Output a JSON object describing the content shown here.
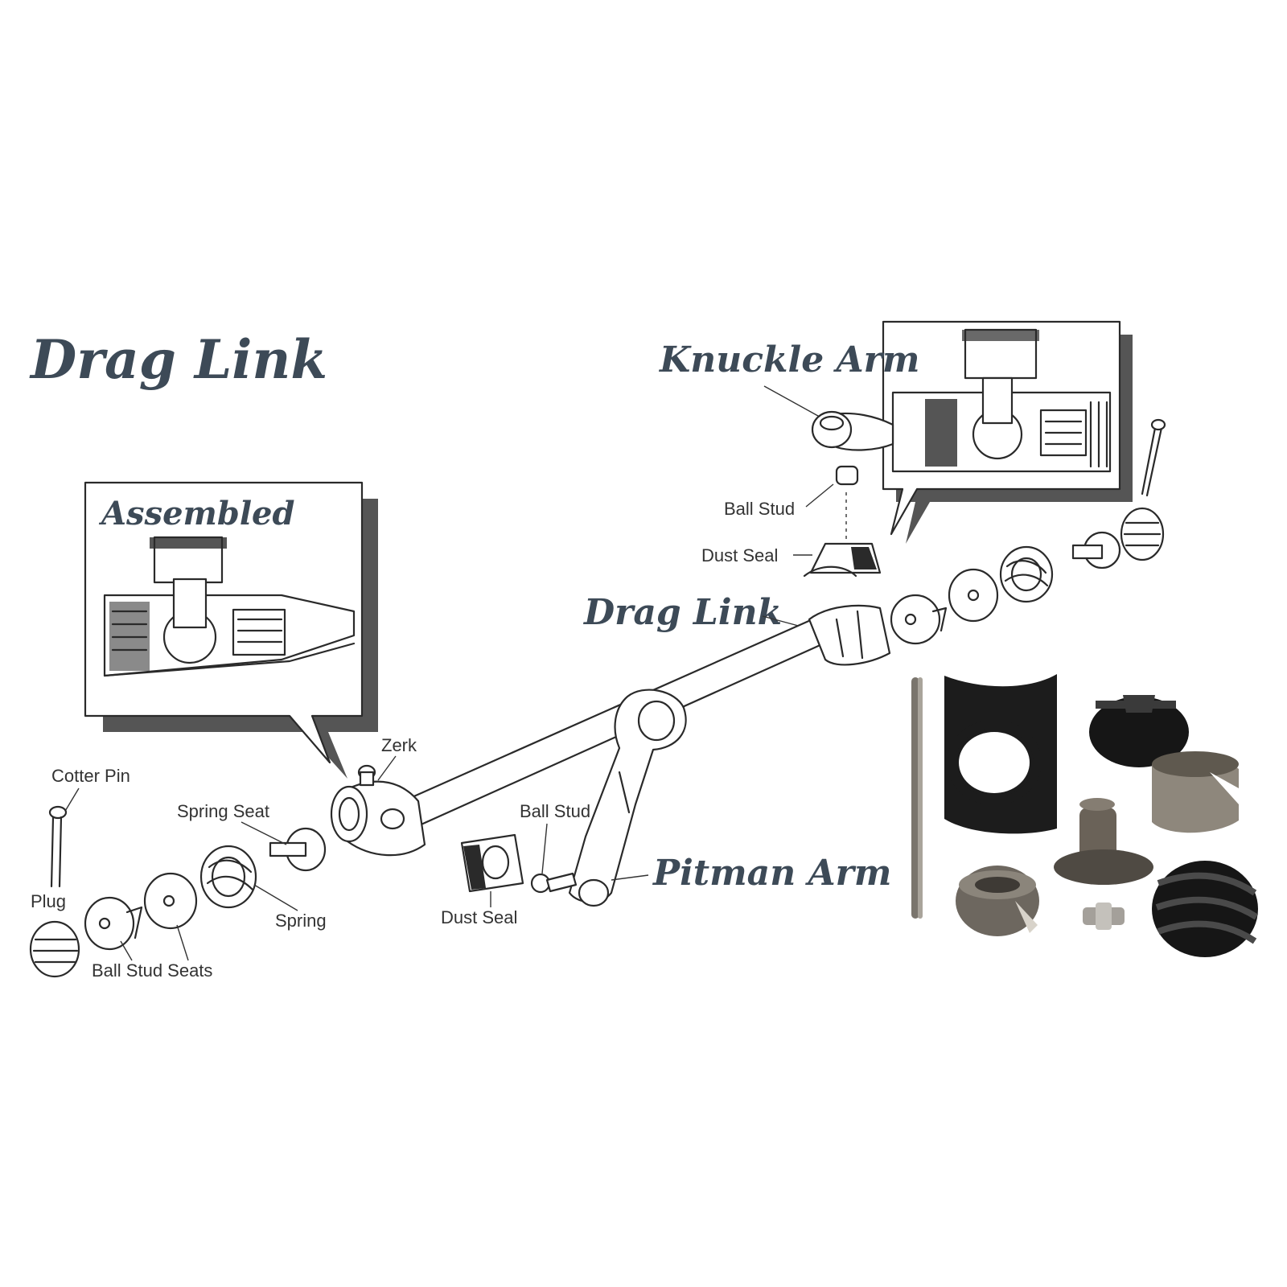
{
  "titles": {
    "main": "Drag Link",
    "assembled": "Assembled",
    "knuckle_arm": "Knuckle Arm",
    "drag_link": "Drag Link",
    "pitman_arm": "Pitman Arm"
  },
  "labels": {
    "cotter_pin": "Cotter Pin",
    "plug": "Plug",
    "ball_stud_seats": "Ball Stud Seats",
    "spring_seat": "Spring Seat",
    "spring": "Spring",
    "zerk": "Zerk",
    "dust_seal_lower": "Dust Seal",
    "ball_stud_lower": "Ball Stud",
    "ball_stud_upper": "Ball Stud",
    "dust_seal_upper": "Dust Seal"
  },
  "colors": {
    "title_ink": "#3d4a57",
    "line_ink": "#2a2a2a",
    "metal": "#8a8478",
    "rubber": "#1a1a1a"
  }
}
